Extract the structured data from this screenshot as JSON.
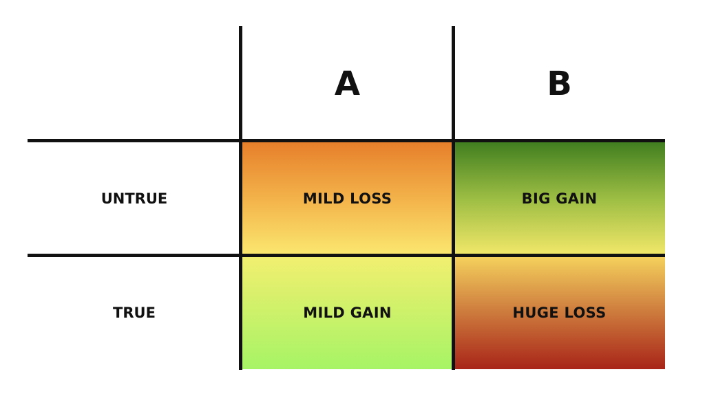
{
  "matrix": {
    "columns": [
      "A",
      "B"
    ],
    "rows": [
      "UNTRUE",
      "TRUE"
    ],
    "cells": [
      [
        "MILD LOSS",
        "BIG GAIN"
      ],
      [
        "MILD GAIN",
        "HUGE LOSS"
      ]
    ]
  },
  "colors": {
    "mild_loss": "#f3b24a",
    "big_gain": "#3f7d1f",
    "mild_gain": "#a6f466",
    "huge_loss": "#a82418",
    "line": "#111111"
  }
}
